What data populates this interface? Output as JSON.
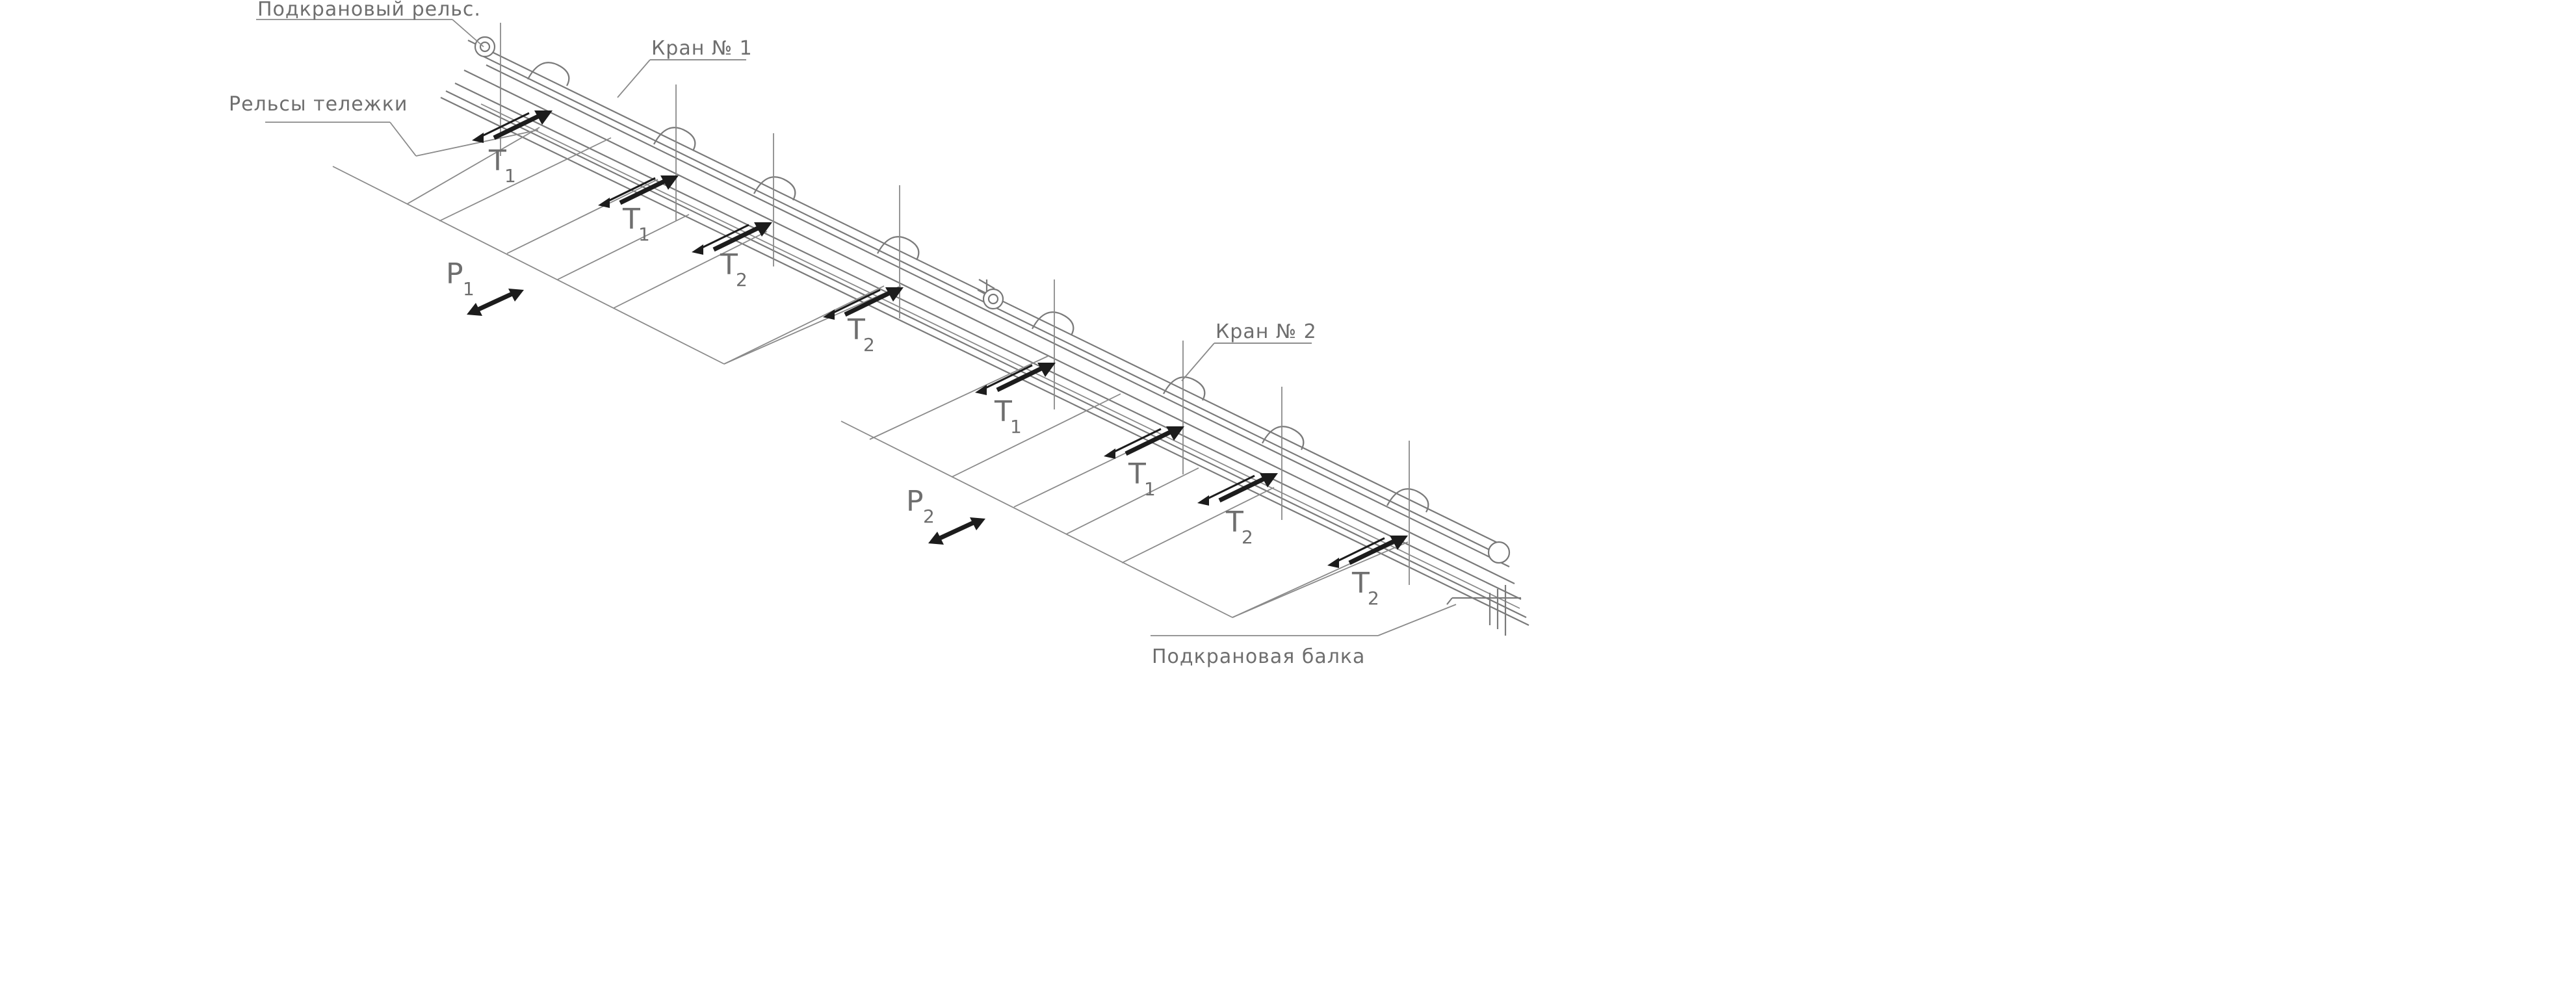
{
  "labels": {
    "crane_rail": "Подкрановый рельс.",
    "crane1": "Кран № 1",
    "trolley_rails": "Рельсы тележки",
    "crane2": "Кран № 2",
    "crane_beam": "Подкрановая балка"
  },
  "forces": {
    "T_symbol": "T",
    "P_symbol": "P",
    "sub1": "1",
    "sub2": "2"
  }
}
